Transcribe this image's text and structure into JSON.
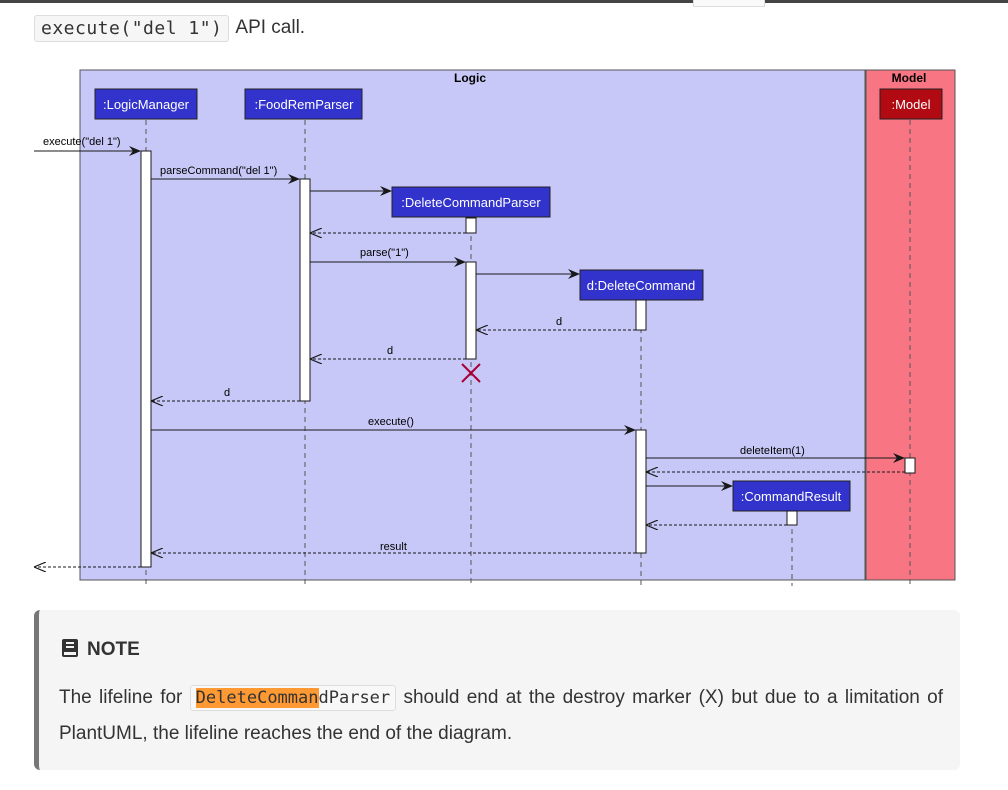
{
  "intro": {
    "code": "execute(\"del 1\")",
    "text": "API call."
  },
  "diagram": {
    "box_logic": "Logic",
    "box_model": "Model",
    "participants": {
      "logic_manager": ":LogicManager",
      "parser": ":FoodRemParser",
      "delete_parser": ":DeleteCommandParser",
      "delete_command": "d:DeleteCommand",
      "command_result": ":CommandResult",
      "model": ":Model"
    },
    "messages": {
      "execute_in": "execute(\"del 1\")",
      "parse_command": "parseCommand(\"del 1\")",
      "parse": "parse(\"1\")",
      "ret_d1": "d",
      "ret_d2": "d",
      "ret_d3": "d",
      "execute": "execute()",
      "delete_item": "deleteItem(1)",
      "result": "result"
    },
    "colors": {
      "logic_bg": "#c8c8f8",
      "model_bg": "#f87583",
      "participant": "#3232cc",
      "model_participant": "#b20a13",
      "destroy": "#a80036"
    }
  },
  "note": {
    "icon": "book-icon",
    "title": "NOTE",
    "body_prefix": "The lifeline for",
    "code_highlight": "DeleteComman",
    "code_rest": "dParser",
    "body_suffix": "should end at the destroy marker (X) but due to a limitation of PlantUML, the lifeline reaches the end of the diagram."
  }
}
